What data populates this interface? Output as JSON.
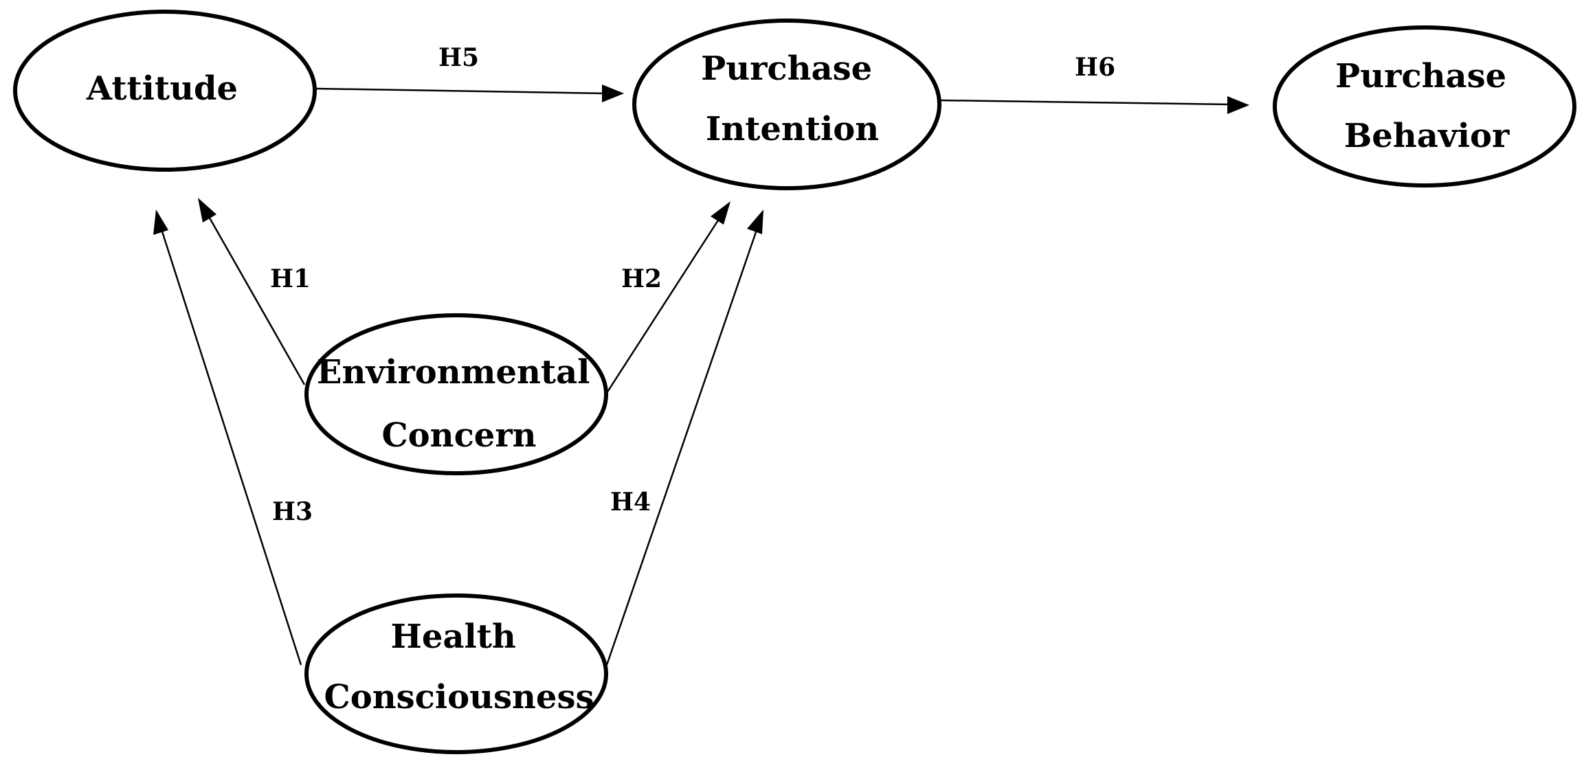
{
  "nodes": {
    "attitude": {
      "lines": [
        "Attitude"
      ]
    },
    "intention": {
      "lines": [
        "Purchase",
        "Intention"
      ]
    },
    "behavior": {
      "lines": [
        "Purchase",
        "Behavior"
      ]
    },
    "environmental": {
      "lines": [
        "Environmental",
        "Concern"
      ]
    },
    "health": {
      "lines": [
        "Health",
        "Consciousness"
      ]
    }
  },
  "edges": [
    {
      "id": "h1",
      "label": "H1",
      "from": "environmental",
      "to": "attitude"
    },
    {
      "id": "h2",
      "label": "H2",
      "from": "environmental",
      "to": "intention"
    },
    {
      "id": "h3",
      "label": "H3",
      "from": "health",
      "to": "attitude"
    },
    {
      "id": "h4",
      "label": "H4",
      "from": "health",
      "to": "intention"
    },
    {
      "id": "h5",
      "label": "H5",
      "from": "attitude",
      "to": "intention"
    },
    {
      "id": "h6",
      "label": "H6",
      "from": "intention",
      "to": "behavior"
    }
  ]
}
